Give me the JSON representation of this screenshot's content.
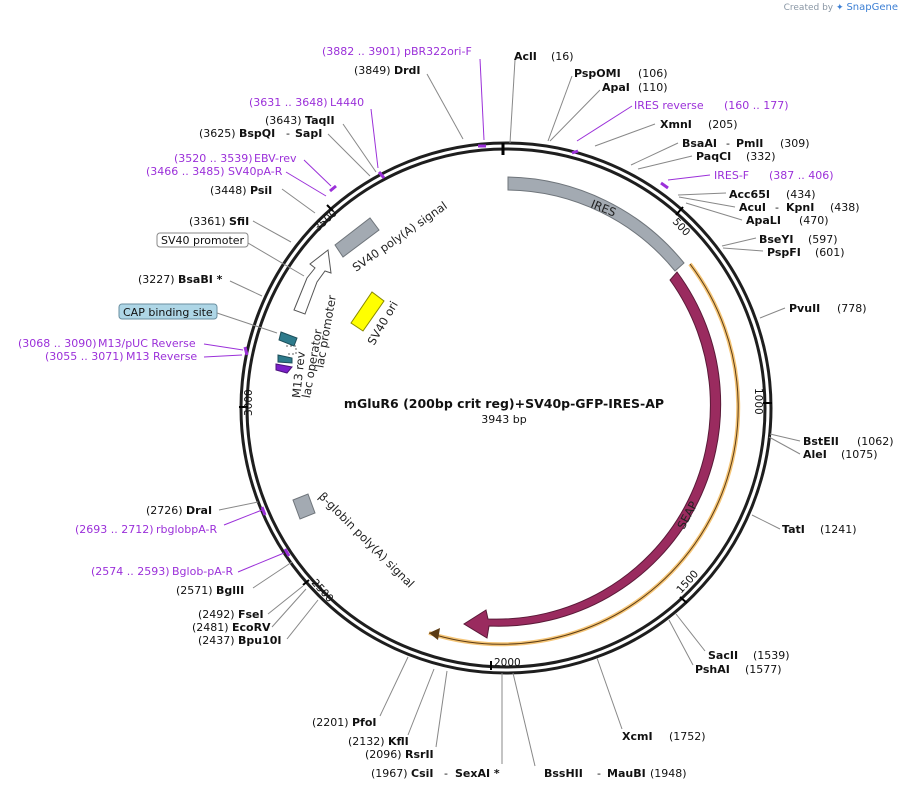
{
  "watermark": {
    "prefix": "Created by",
    "brand": "SnapGene",
    "logo_icon": "snapgene-logo-icon"
  },
  "plasmid": {
    "name": "mGluR6 (200bp crit reg)+SV40p-GFP-IRES-AP",
    "length_label": "3943 bp"
  },
  "ticks": [
    "500",
    "1000",
    "1500",
    "2000",
    "2500",
    "3000",
    "3500"
  ],
  "sites_right": [
    {
      "name": "AclI",
      "pos": "(16)"
    },
    {
      "name": "PspOMI",
      "pos": "(106)"
    },
    {
      "name": "ApaI",
      "pos": "(110)"
    },
    {
      "name": "XmnI",
      "pos": "(205)"
    },
    {
      "name": "BsaAI",
      "name2": "PmlI",
      "pos": "(309)"
    },
    {
      "name": "PaqCI",
      "pos": "(332)"
    },
    {
      "name": "Acc65I",
      "pos": "(434)"
    },
    {
      "name": "AcuI",
      "name2": "KpnI",
      "pos": "(438)"
    },
    {
      "name": "ApaLI",
      "pos": "(470)"
    },
    {
      "name": "BseYI",
      "pos": "(597)"
    },
    {
      "name": "PspFI",
      "pos": "(601)"
    },
    {
      "name": "PvuII",
      "pos": "(778)"
    },
    {
      "name": "BstEII",
      "pos": "(1062)"
    },
    {
      "name": "AleI",
      "pos": "(1075)"
    },
    {
      "name": "TatI",
      "pos": "(1241)"
    },
    {
      "name": "SacII",
      "pos": "(1539)"
    },
    {
      "name": "PshAI",
      "pos": "(1577)"
    },
    {
      "name": "XcmI",
      "pos": "(1752)"
    },
    {
      "name": "BssHII",
      "name2": "MauBI",
      "pos": "(1948)"
    }
  ],
  "sites_left": [
    {
      "name": "DrdI",
      "pos": "(3849)"
    },
    {
      "name": "TaqII",
      "pos": "(3643)"
    },
    {
      "name": "BspQI",
      "name2": "SapI",
      "pos": "(3625)"
    },
    {
      "name": "PsiI",
      "pos": "(3448)"
    },
    {
      "name": "SfiI",
      "pos": "(3361)"
    },
    {
      "name": "BsaBI *",
      "pos": "(3227)"
    },
    {
      "name": "DraI",
      "pos": "(2726)"
    },
    {
      "name": "BglII",
      "pos": "(2571)"
    },
    {
      "name": "FseI",
      "pos": "(2492)"
    },
    {
      "name": "EcoRV",
      "pos": "(2481)"
    },
    {
      "name": "Bpu10I",
      "pos": "(2437)"
    },
    {
      "name": "PfoI",
      "pos": "(2201)"
    },
    {
      "name": "KflI",
      "pos": "(2132)"
    },
    {
      "name": "RsrII",
      "pos": "(2096)"
    },
    {
      "name": "CsiI",
      "name2": "SexAI *",
      "pos": "(1967)"
    }
  ],
  "primers": [
    {
      "range": "(3882 .. 3901)",
      "name": "pBR322ori-F"
    },
    {
      "range": "(160 .. 177)",
      "name": "IRES reverse"
    },
    {
      "name": "IRES-F",
      "range": "(387 .. 406)"
    },
    {
      "range": "(3631 .. 3648)",
      "name": "L4440"
    },
    {
      "range": "(3520 .. 3539)",
      "name": "EBV-rev"
    },
    {
      "range": "(3466 .. 3485)",
      "name": "SV40pA-R"
    },
    {
      "range": "(3068 .. 3090)",
      "name": "M13/pUC Reverse"
    },
    {
      "range": "(3055 .. 3071)",
      "name": "M13 Reverse"
    },
    {
      "range": "(2693 .. 2712)",
      "name": "rbglobpA-R"
    },
    {
      "range": "(2574 .. 2593)",
      "name": "Bglob-pA-R"
    }
  ],
  "features": {
    "ires": "IRES",
    "seap": "SEAP",
    "sv40_polya": "SV40 poly(A) signal",
    "sv40_ori": "SV40 ori",
    "lac_promoter": "lac promoter",
    "lac_operator": "lac operator",
    "m13_rev": "M13 rev",
    "bglobin_polya": "β-globin poly(A) signal",
    "sv40_promoter_box": "SV40 promoter",
    "cap_box": "CAP binding site"
  },
  "colors": {
    "ires": "#a3aab2",
    "seap": "#9a2b5f",
    "sv40_ori": "#ffff00",
    "primer": "#9b30d9",
    "cap_box": "#aed6e6",
    "lac_operator": "#2e7b8c"
  }
}
